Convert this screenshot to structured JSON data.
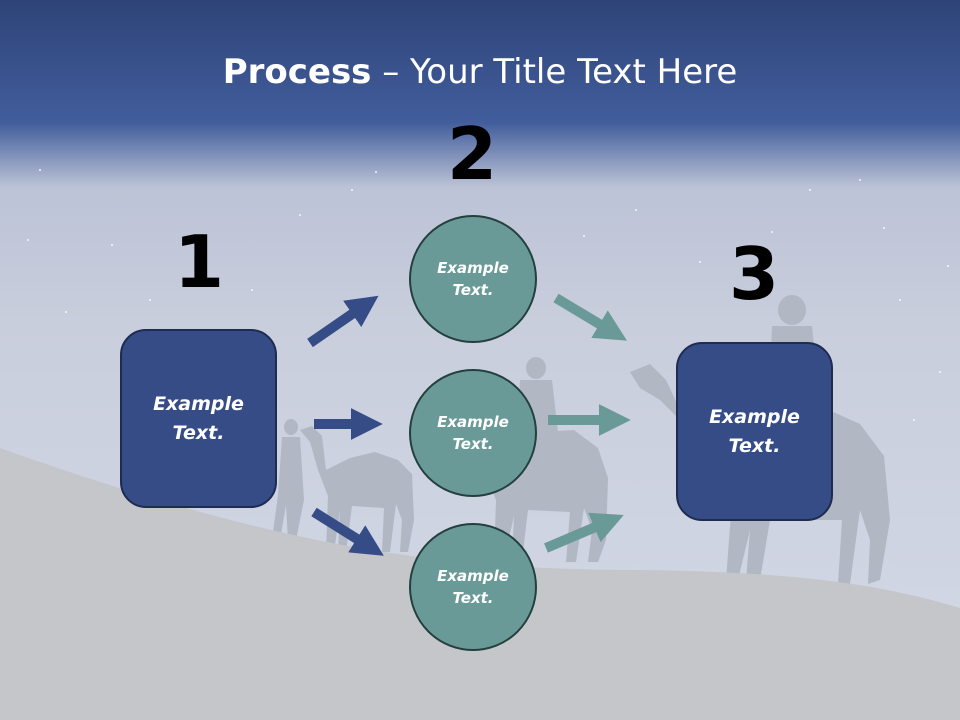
{
  "slide": {
    "title_bold": "Process",
    "title_rest": " – Your Title Text Here"
  },
  "steps": {
    "one": {
      "number": "1",
      "text": "Example\nText."
    },
    "two": {
      "number": "2"
    },
    "three": {
      "number": "3",
      "text": "Example\nText."
    }
  },
  "circles": [
    {
      "text": "Example\nText."
    },
    {
      "text": "Example\nText."
    },
    {
      "text": "Example\nText."
    }
  ],
  "colors": {
    "header_blue": "#3d5b9a",
    "box_blue": "#354c87",
    "circle_teal": "#6a9a97",
    "arrow_blue": "#354c87",
    "arrow_teal": "#6a9a97",
    "ground_gray": "#c5c6ca"
  }
}
